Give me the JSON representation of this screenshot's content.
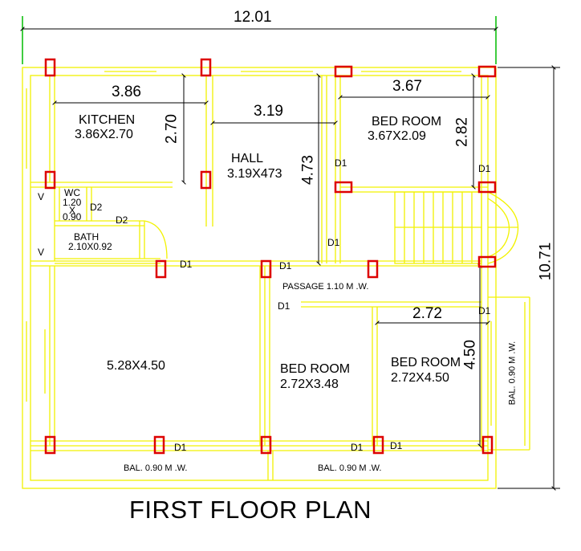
{
  "title": "FIRST FLOOR PLAN",
  "dimensions": {
    "overall_width": "12.01",
    "overall_height": "10.71",
    "kitchen_w": "3.86",
    "kitchen_h": "2.70",
    "hall_w": "3.19",
    "hall_h": "4.73",
    "bed1_w": "3.67",
    "bed1_h": "2.82",
    "bed3_w": "2.72",
    "bed3_h": "4.50"
  },
  "rooms": {
    "kitchen_name": "KITCHEN",
    "kitchen_size": "3.86X2.70",
    "hall_name": "HALL",
    "hall_size": "3.19X473",
    "bed1_name": "BED ROOM",
    "bed1_size": "3.67X2.09",
    "wc_name": "WC",
    "wc_w": "1.20",
    "wc_x": "X",
    "wc_h": "0.90",
    "bath_name": "BATH",
    "bath_size": "2.10X0.92",
    "living_size": "5.28X4.50",
    "bed2_name": "BED ROOM",
    "bed2_size": "2.72X3.48",
    "bed3_name": "BED ROOM",
    "bed3_size": "2.72X4.50",
    "passage": "PASSAGE 1.10 M .W.",
    "bal_bottom_left": "BAL. 0.90 M .W.",
    "bal_bottom_right": "BAL. 0.90 M .W.",
    "bal_right": "BAL. 0.90 M .W."
  },
  "doors": {
    "d1": "D1",
    "d2": "D2",
    "v": "V"
  },
  "colors": {
    "wall": "#f2f200",
    "column": "#dd0000",
    "dimension": "#000000",
    "extent": "#00bb00",
    "background": "#ffffff"
  }
}
